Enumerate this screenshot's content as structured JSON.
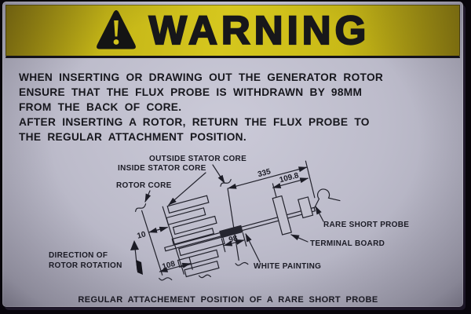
{
  "header": {
    "warning_label": "WARNING",
    "band_color": "#d6c71e",
    "icon": "warning-triangle-icon"
  },
  "notice": {
    "lines": [
      "WHEN INSERTING OR DRAWING OUT THE GENERATOR ROTOR",
      "ENSURE THAT THE FLUX PROBE IS WITHDRAWN BY 98MM",
      "FROM THE BACK OF CORE.",
      "AFTER INSERTING A ROTOR, RETURN THE FLUX PROBE TO",
      "THE REGULAR ATTACHMENT POSITION."
    ]
  },
  "diagram": {
    "labels": {
      "outside_stator_core": "OUTSIDE STATOR CORE",
      "inside_stator_core": "INSIDE STATOR CORE",
      "rotor_core": "ROTOR CORE",
      "rare_short_probe": "RARE SHORT PROBE",
      "terminal_board": "TERMINAL BOARD",
      "white_painting": "WHITE PAINTING",
      "direction_line1": "DIRECTION OF",
      "direction_line2": "ROTOR ROTATION"
    },
    "dimensions": {
      "back_of_core_to_probe_end": "335",
      "terminal_board_to_probe_end": "109.8",
      "white_painting_band": "98",
      "air_gap": "10",
      "rotor_core_depth": "108"
    },
    "caption": "REGULAR ATTACHEMENT POSITION OF A RARE SHORT PROBE"
  },
  "colors": {
    "plate": "#bdbccb",
    "band_yellow": "#d6c71e",
    "ink": "#17171d"
  }
}
